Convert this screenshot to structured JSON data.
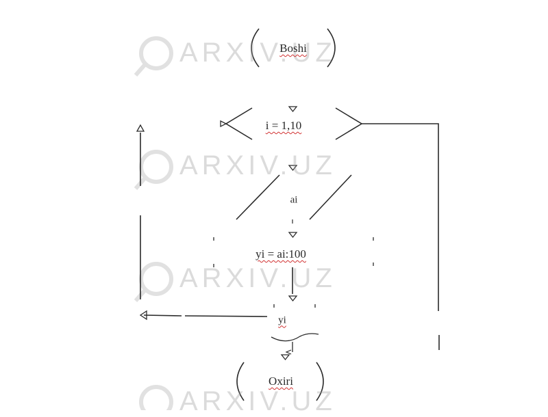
{
  "watermark": {
    "text": "ARXIV.UZ"
  },
  "flowchart": {
    "start_label": "Boshi",
    "loop_label": "i = 1,10",
    "input_label": "ai",
    "process_label": "yi = ai:100",
    "output_label": "yi",
    "end_label": "Oxiri"
  },
  "colors": {
    "line": "#2a2a2a",
    "text": "#2a2a2a",
    "spellcheck_underline": "#d13030",
    "watermark": "#9b9b9b"
  }
}
